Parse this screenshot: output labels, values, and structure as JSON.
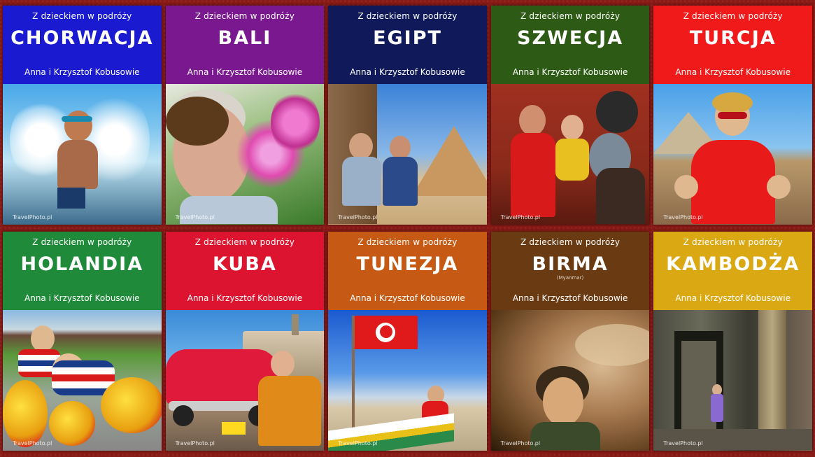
{
  "books": [
    {
      "series": "Z dzieckiem w podróży",
      "country": "CHORWACJA",
      "authors": "Anna i Krzysztof Kobusowie",
      "credit": "TravelPhoto.pl",
      "band_color": "#1a1ad0"
    },
    {
      "series": "Z dzieckiem w podróży",
      "country": "BALI",
      "authors": "Anna i Krzysztof Kobusowie",
      "credit": "TravelPhoto.pl",
      "band_color": "#7a1890"
    },
    {
      "series": "Z dzieckiem w podróży",
      "country": "EGIPT",
      "authors": "Anna i Krzysztof Kobusowie",
      "credit": "TravelPhoto.pl",
      "band_color": "#101a5a"
    },
    {
      "series": "Z dzieckiem w podróży",
      "country": "SZWECJA",
      "authors": "Anna i Krzysztof Kobusowie",
      "credit": "TravelPhoto.pl",
      "band_color": "#2d5a14"
    },
    {
      "series": "Z dzieckiem w podróży",
      "country": "TURCJA",
      "authors": "Anna i Krzysztof Kobusowie",
      "credit": "TravelPhoto.pl",
      "band_color": "#f01a1a"
    },
    {
      "series": "Z dzieckiem w podróży",
      "country": "HOLANDIA",
      "authors": "Anna i Krzysztof Kobusowie",
      "credit": "TravelPhoto.pl",
      "band_color": "#1f8a3a"
    },
    {
      "series": "Z dzieckiem w podróży",
      "country": "KUBA",
      "authors": "Anna i Krzysztof Kobusowie",
      "credit": "TravelPhoto.pl",
      "band_color": "#dc1430"
    },
    {
      "series": "Z dzieckiem w podróży",
      "country": "TUNEZJA",
      "authors": "Anna i Krzysztof Kobusowie",
      "credit": "TravelPhoto.pl",
      "band_color": "#c65a14"
    },
    {
      "series": "Z dzieckiem w podróży",
      "country": "BIRMA",
      "subtitle": "(Myanmar)",
      "authors": "Anna i Krzysztof Kobusowie",
      "credit": "TravelPhoto.pl",
      "band_color": "#6a3a12"
    },
    {
      "series": "Z dzieckiem w podróży",
      "country": "KAMBODŻA",
      "authors": "Anna i Krzysztof Kobusowie",
      "credit": "TravelPhoto.pl",
      "band_color": "#d9a812"
    }
  ]
}
